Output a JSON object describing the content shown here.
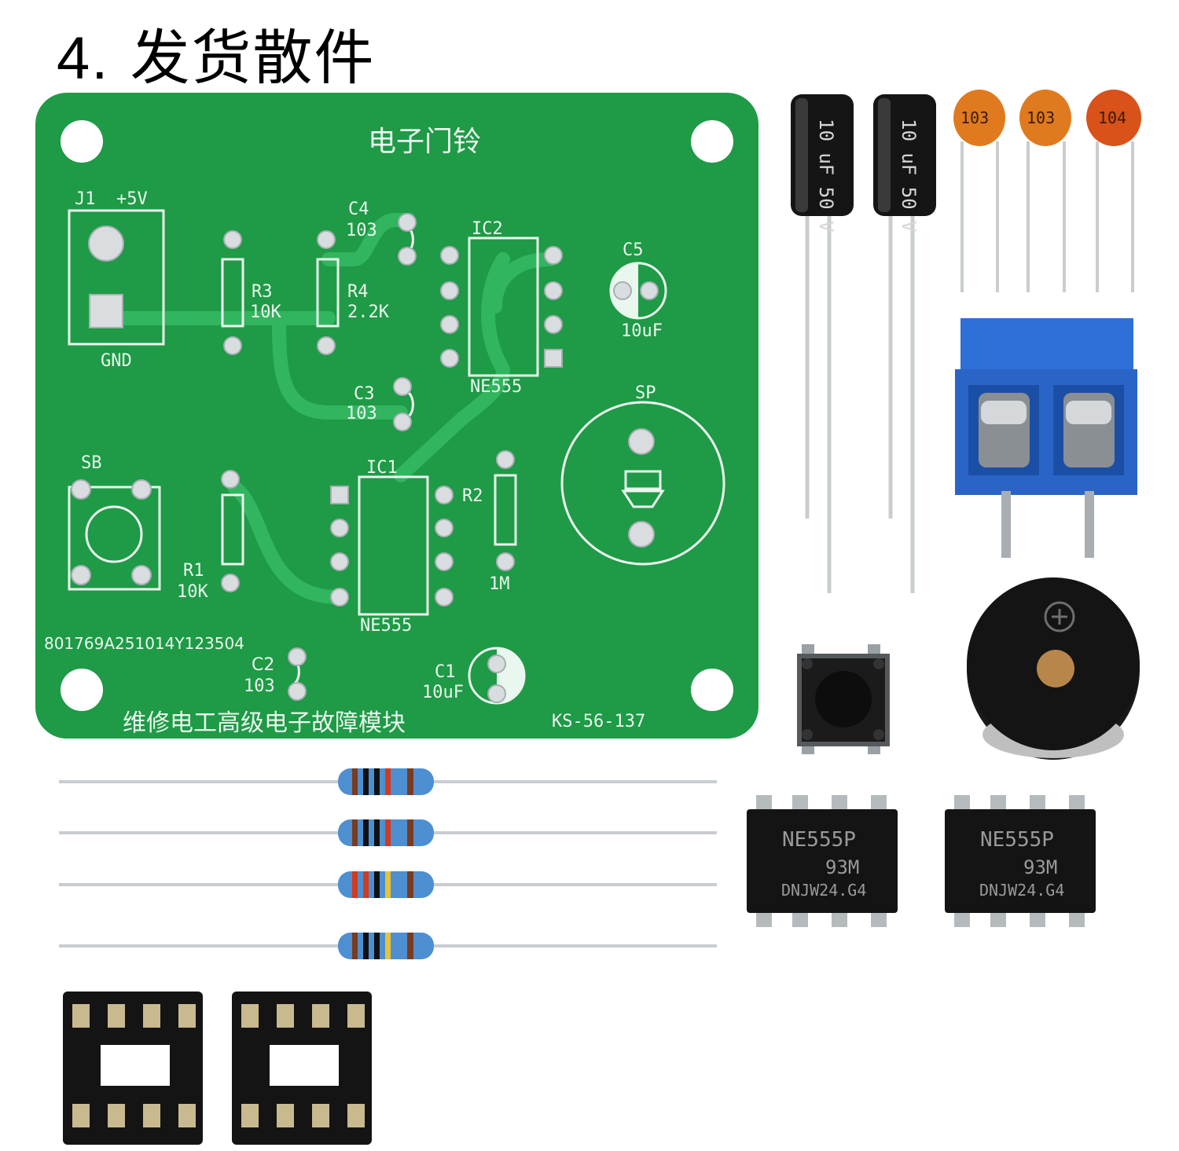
{
  "title": {
    "number": "4.",
    "text": "发货散件"
  },
  "pcb": {
    "heading": "电子门铃",
    "j1": "J1",
    "plus5v": "+5V",
    "gnd": "GND",
    "r3": "R3",
    "r3v": "10K",
    "r4": "R4",
    "r4v": "2.2K",
    "c4": "C4",
    "c4v": "103",
    "c3": "C3",
    "c3v": "103",
    "ic2": "IC2",
    "ic2v": "NE555",
    "ic1": "IC1",
    "ic1v": "NE555",
    "c5": "C5",
    "c5v": "10uF",
    "sp": "SP",
    "sb": "SB",
    "r1": "R1",
    "r1v": "10K",
    "r2": "R2",
    "r2v": "1M",
    "c2": "C2",
    "c2v": "103",
    "c1": "C1",
    "c1v": "10uF",
    "serial": "801769A251014Y123504",
    "footer": "维修电工高级电子故障模块",
    "model": "KS-56-137"
  },
  "caps": {
    "elec1": "10 uF 50 V",
    "elec2": "10 uF 50 V",
    "cer1": "103",
    "cer2": "103",
    "cer3": "104"
  },
  "chips": {
    "line1": "NE555P",
    "line2": "93M",
    "line3": "DNJW24.G4"
  },
  "colors": {
    "pcb": "#1f9a46",
    "pcb_dark": "#167a36",
    "trace": "#2bb357",
    "terminal": "#2f6fd8",
    "ceramic": "#e0591c"
  }
}
